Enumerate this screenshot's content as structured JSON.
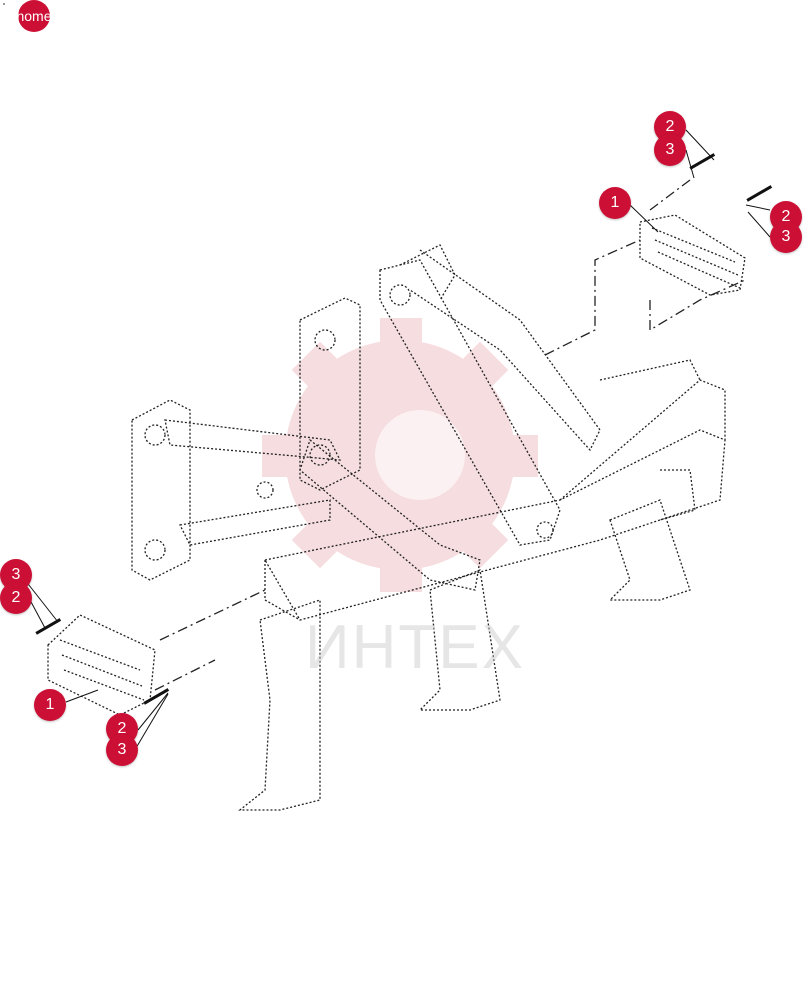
{
  "nav": {
    "home_label": "home"
  },
  "watermark": {
    "text": "ИНТЕХ"
  },
  "colors": {
    "callout": "#cc0f35",
    "line": "#222222",
    "watermark": "#e8a0a8"
  },
  "callouts": [
    {
      "id": "c2a",
      "label": "2"
    },
    {
      "id": "c3a",
      "label": "3"
    },
    {
      "id": "c1a",
      "label": "1"
    },
    {
      "id": "c2b",
      "label": "2"
    },
    {
      "id": "c3b",
      "label": "3"
    },
    {
      "id": "c3c",
      "label": "3"
    },
    {
      "id": "c2c",
      "label": "2"
    },
    {
      "id": "c1b",
      "label": "1"
    },
    {
      "id": "c2d",
      "label": "2"
    },
    {
      "id": "c3d",
      "label": "3"
    }
  ]
}
